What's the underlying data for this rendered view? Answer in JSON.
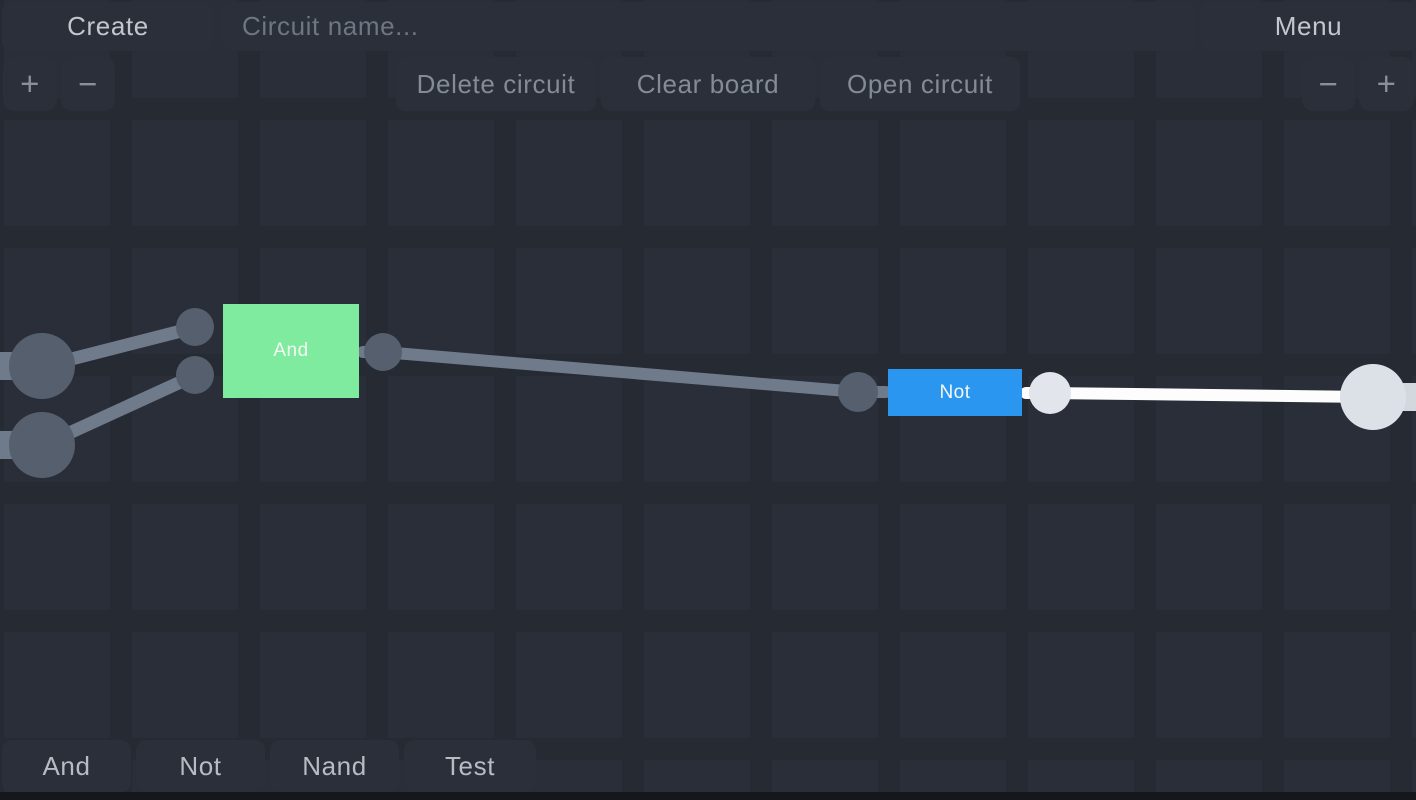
{
  "top_bar": {
    "create_button": "Create",
    "circuit_name_input": {
      "value": "",
      "placeholder": "Circuit name..."
    },
    "menu_button": "Menu"
  },
  "toolbar": {
    "zoom_left": {
      "plus": "+",
      "minus": "−"
    },
    "delete_circuit_button": "Delete circuit",
    "clear_board_button": "Clear board",
    "open_circuit_button": "Open circuit",
    "zoom_right": {
      "minus": "−",
      "plus": "+"
    }
  },
  "canvas": {
    "gates": [
      {
        "id": "and-gate",
        "label": "And",
        "color": "#7feb9e",
        "state": "off"
      },
      {
        "id": "not-gate",
        "label": "Not",
        "color": "#2a96f0",
        "state": "on"
      }
    ],
    "wire_off_color": "#6f7a8a",
    "wire_on_color": "#fdfdfe",
    "node_off_color": "#555f6d",
    "node_on_color": "#dce0e7",
    "background_color": "#292e38"
  },
  "palette": {
    "items": [
      {
        "label": "And"
      },
      {
        "label": "Not"
      },
      {
        "label": "Nand"
      },
      {
        "label": "Test"
      }
    ]
  }
}
